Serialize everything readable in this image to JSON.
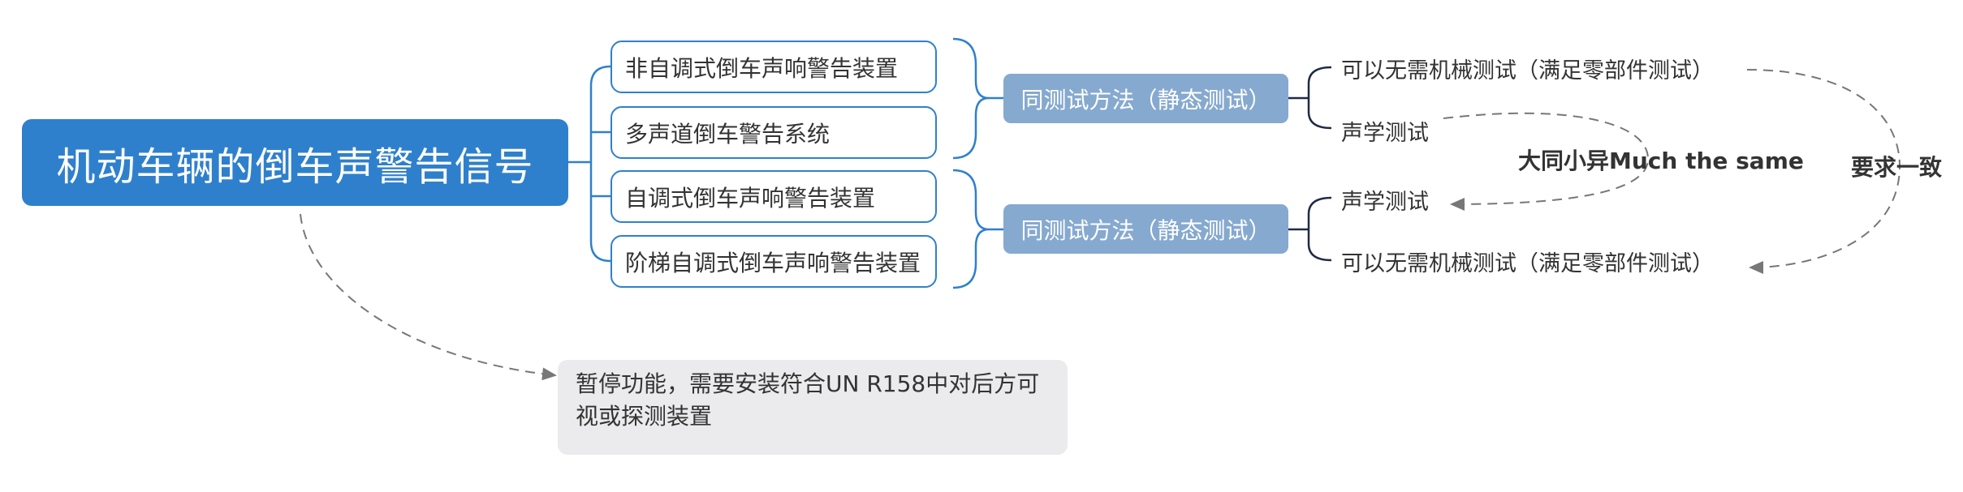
{
  "root": {
    "title": "机动车辆的倒车声警告信号"
  },
  "device_types": [
    "非自调式倒车声响警告装置",
    "多声道倒车警告系统",
    "自调式倒车声响警告装置",
    "阶梯自调式倒车声响警告装置"
  ],
  "groups": [
    {
      "method": "同测试方法（静态测试）",
      "tests": [
        "可以无需机械测试（满足零部件测试）",
        "声学测试"
      ]
    },
    {
      "method": "同测试方法（静态测试）",
      "tests": [
        "声学测试",
        "可以无需机械测试（满足零部件测试）"
      ]
    }
  ],
  "annotations": {
    "similar": "大同小异Much the same",
    "consistent": "要求一致"
  },
  "note": {
    "text": "暂停功能，需要安装符合UN R158中对后方可视或探测装置"
  },
  "colors": {
    "root_fill": "#2f80cc",
    "type_border": "#2f80cc",
    "method_fill": "#86a9cf",
    "note_fill": "#ebeaec",
    "connector": "#2f80cc",
    "dashed_link": "#777777"
  }
}
